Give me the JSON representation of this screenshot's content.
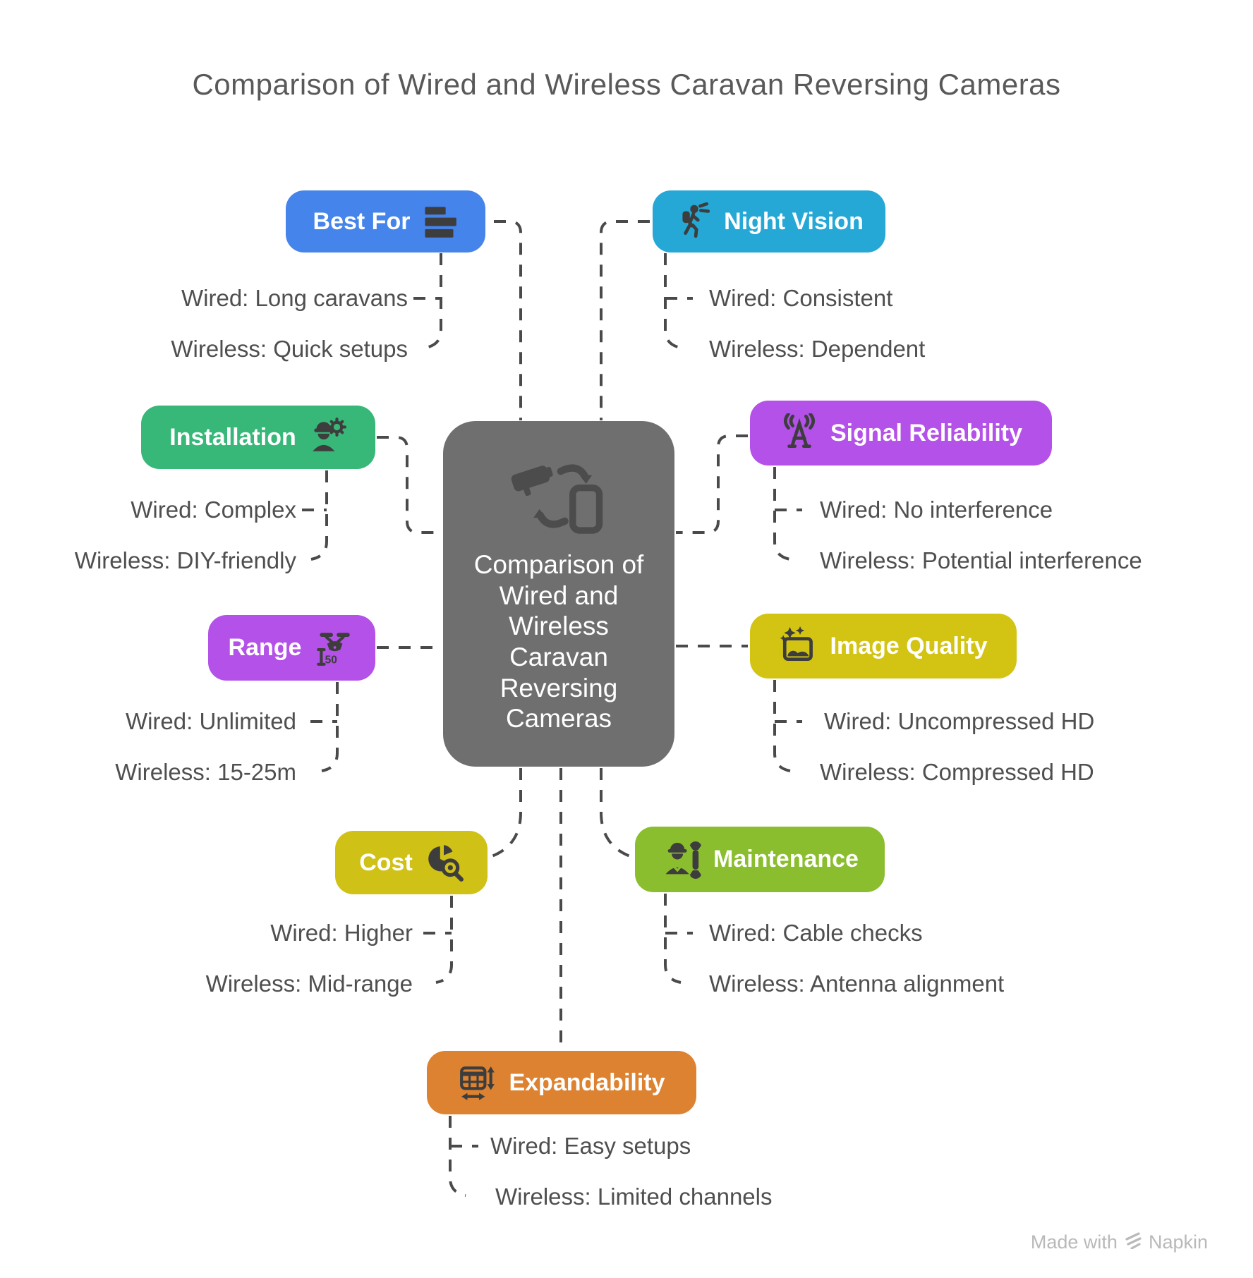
{
  "title": "Comparison of Wired and Wireless Caravan Reversing Cameras",
  "center": {
    "label": "Comparison of Wired and Wireless Caravan Reversing Cameras",
    "color": "#6f6f6f",
    "icon": "camera-sync-phone-icon"
  },
  "connector_color": "#4a4a4a",
  "nodes": [
    {
      "id": "best-for",
      "label": "Best For",
      "color": "#4584EB",
      "icon": "list-bars-icon",
      "wired": "Wired: Long caravans",
      "wireless": "Wireless: Quick setups"
    },
    {
      "id": "night-vision",
      "label": "Night Vision",
      "color": "#25A8D5",
      "icon": "hiker-headlamp-icon",
      "wired": "Wired: Consistent",
      "wireless": "Wireless: Dependent"
    },
    {
      "id": "installation",
      "label": "Installation",
      "color": "#37B778",
      "icon": "worker-gear-icon",
      "wired": "Wired: Complex",
      "wireless": "Wireless: DIY-friendly"
    },
    {
      "id": "signal-reliability",
      "label": "Signal Reliability",
      "color": "#B351E8",
      "icon": "antenna-broadcast-icon",
      "wired": "Wired: No interference",
      "wireless": "Wireless: Potential interference"
    },
    {
      "id": "range",
      "label": "Range",
      "color": "#B351E8",
      "icon": "drone-distance-icon",
      "wired": "Wired: Unlimited",
      "wireless": "Wireless: 15-25m"
    },
    {
      "id": "image-quality",
      "label": "Image Quality",
      "color": "#D3C413",
      "icon": "image-sparkle-icon",
      "wired": "Wired: Uncompressed HD",
      "wireless": "Wireless: Compressed HD"
    },
    {
      "id": "cost",
      "label": "Cost",
      "color": "#D0C117",
      "icon": "pie-magnifier-icon",
      "wired": "Wired: Higher",
      "wireless": "Wireless: Mid-range"
    },
    {
      "id": "maintenance",
      "label": "Maintenance",
      "color": "#8BBE2F",
      "icon": "mechanic-wrench-icon",
      "wired": "Wired: Cable checks",
      "wireless": "Wireless: Antenna alignment"
    },
    {
      "id": "expandability",
      "label": "Expandability",
      "color": "#DD8231",
      "icon": "grid-resize-icon",
      "wired": "Wired: Easy setups",
      "wireless": "Wireless: Limited channels"
    }
  ],
  "footer": {
    "made_with": "Made with",
    "brand": "Napkin"
  }
}
